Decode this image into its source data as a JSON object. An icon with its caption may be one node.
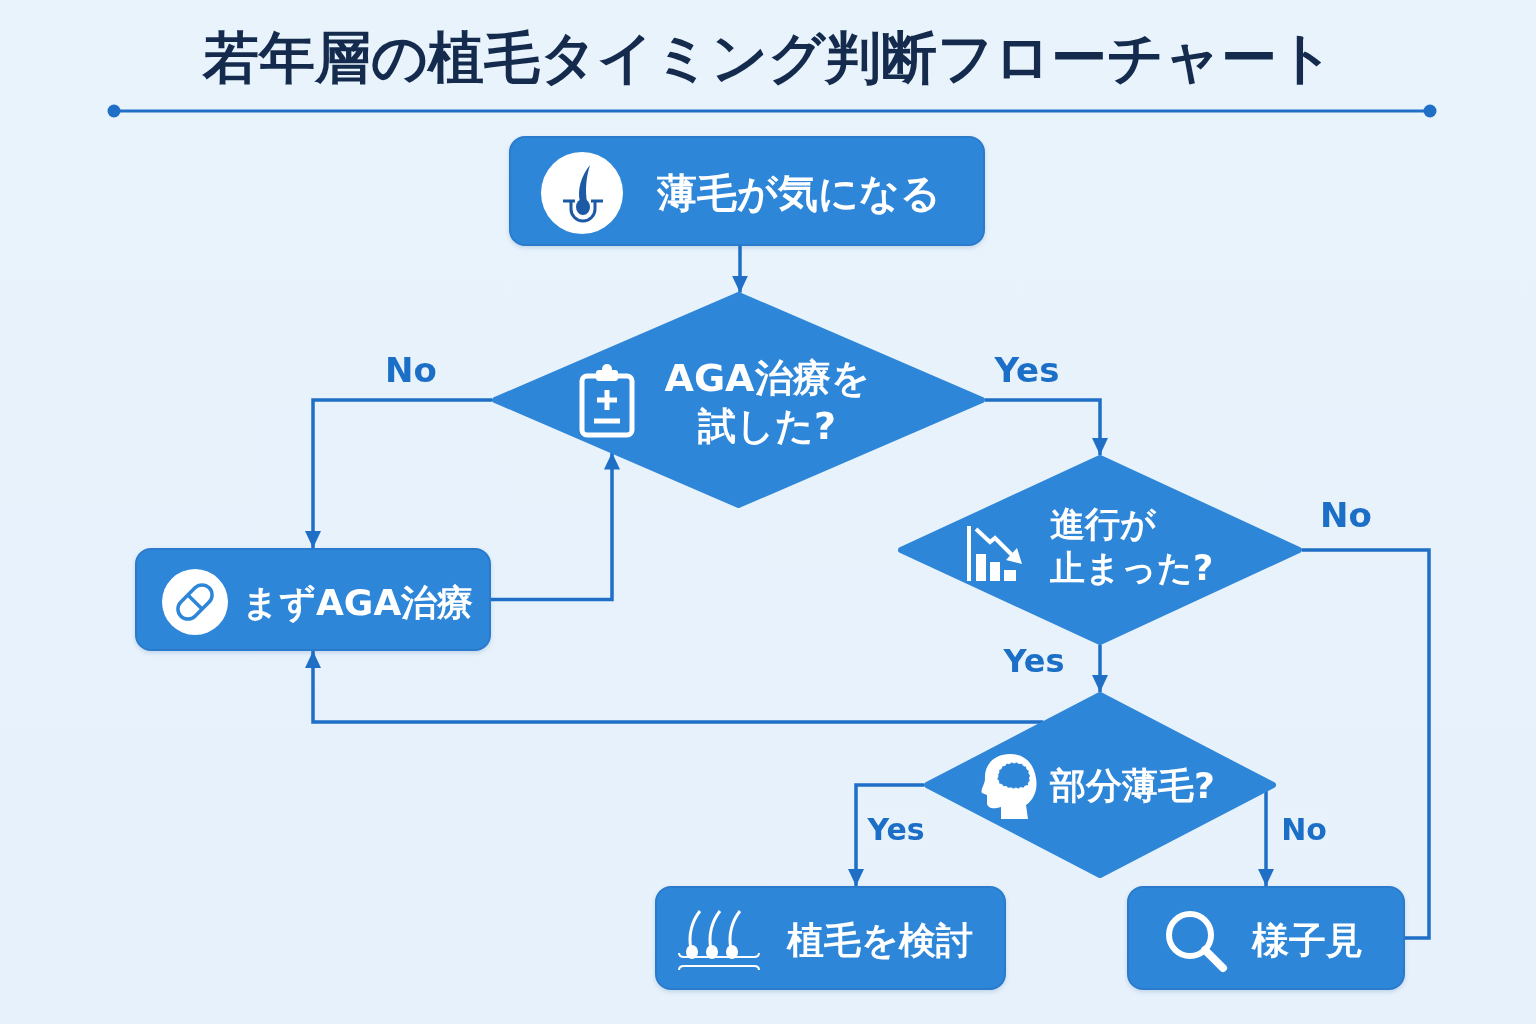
{
  "diagram": {
    "title": "若年層の植毛タイミング判断フローチャート",
    "nodes": [
      {
        "text": [
          "薄毛が気になる"
        ]
      },
      {
        "text": [
          "AGA治療を試した?"
        ]
      },
      {
        "text": [
          "まずAGA治療"
        ]
      },
      {
        "text": [
          "進行が止まった?"
        ]
      },
      {
        "text": [
          "部分薄毛?"
        ]
      },
      {
        "text": [
          "植毛を検討"
        ]
      },
      {
        "text": [
          "様子見"
        ]
      }
    ],
    "edges": [
      {
        "from": 0,
        "to": 1,
        "arrow": "to"
      },
      {
        "from": 1,
        "to": 2,
        "arrow": "to",
        "label": "No"
      },
      {
        "from": 1,
        "to": 3,
        "arrow": "to",
        "label": "Yes"
      },
      {
        "from": 2,
        "to": 1,
        "arrow": "to"
      },
      {
        "from": 3,
        "to": 6,
        "arrow": "none",
        "label": "No"
      },
      {
        "from": 3,
        "to": 4,
        "arrow": "to",
        "label": "Yes"
      },
      {
        "from": 4,
        "to": 2,
        "arrow": "to"
      },
      {
        "from": 4,
        "to": 5,
        "arrow": "to",
        "label": "Yes"
      },
      {
        "from": 4,
        "to": 6,
        "arrow": "to",
        "label": "No"
      }
    ]
  }
}
